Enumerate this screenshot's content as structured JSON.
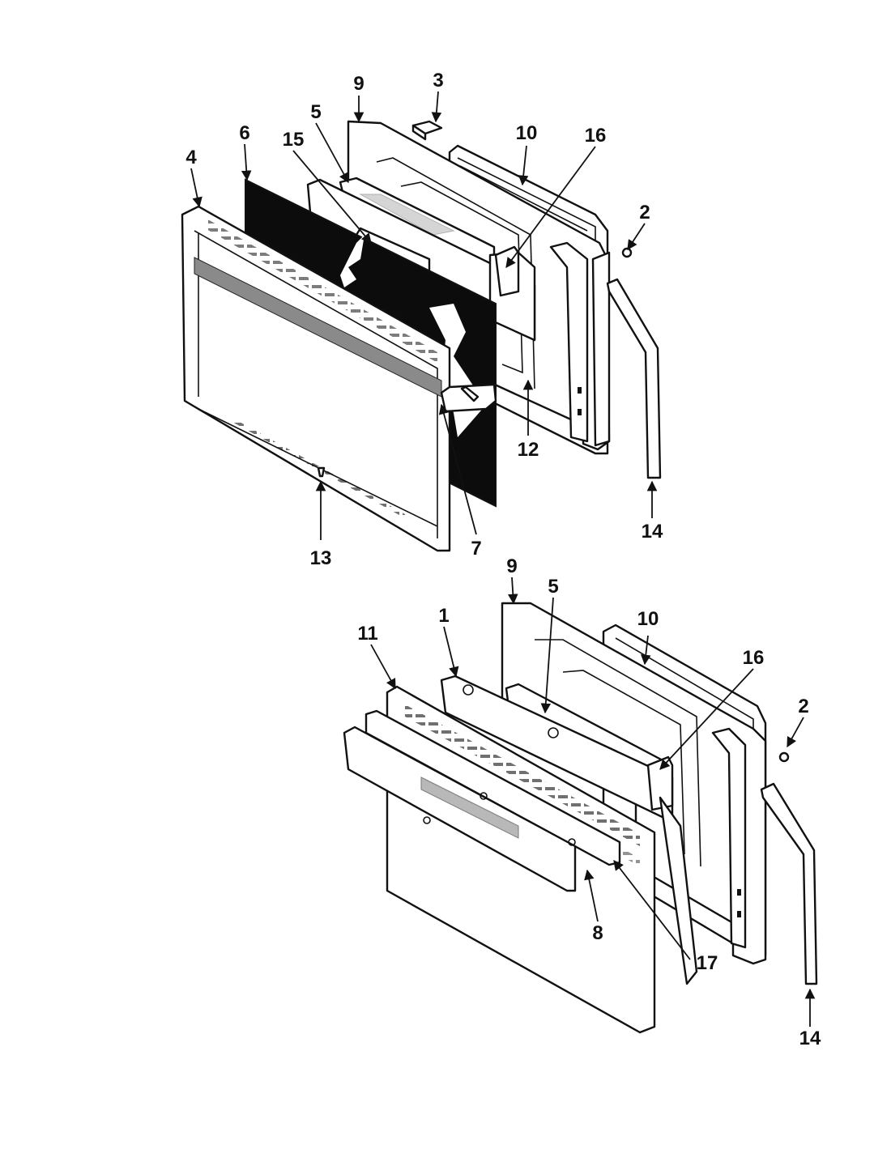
{
  "callouts_top": [
    "9",
    "3",
    "5",
    "6",
    "15",
    "4",
    "10",
    "16",
    "2",
    "12",
    "14",
    "13",
    "7"
  ],
  "callouts_bottom": [
    "9",
    "5",
    "1",
    "11",
    "10",
    "16",
    "2",
    "8",
    "17",
    "14"
  ]
}
